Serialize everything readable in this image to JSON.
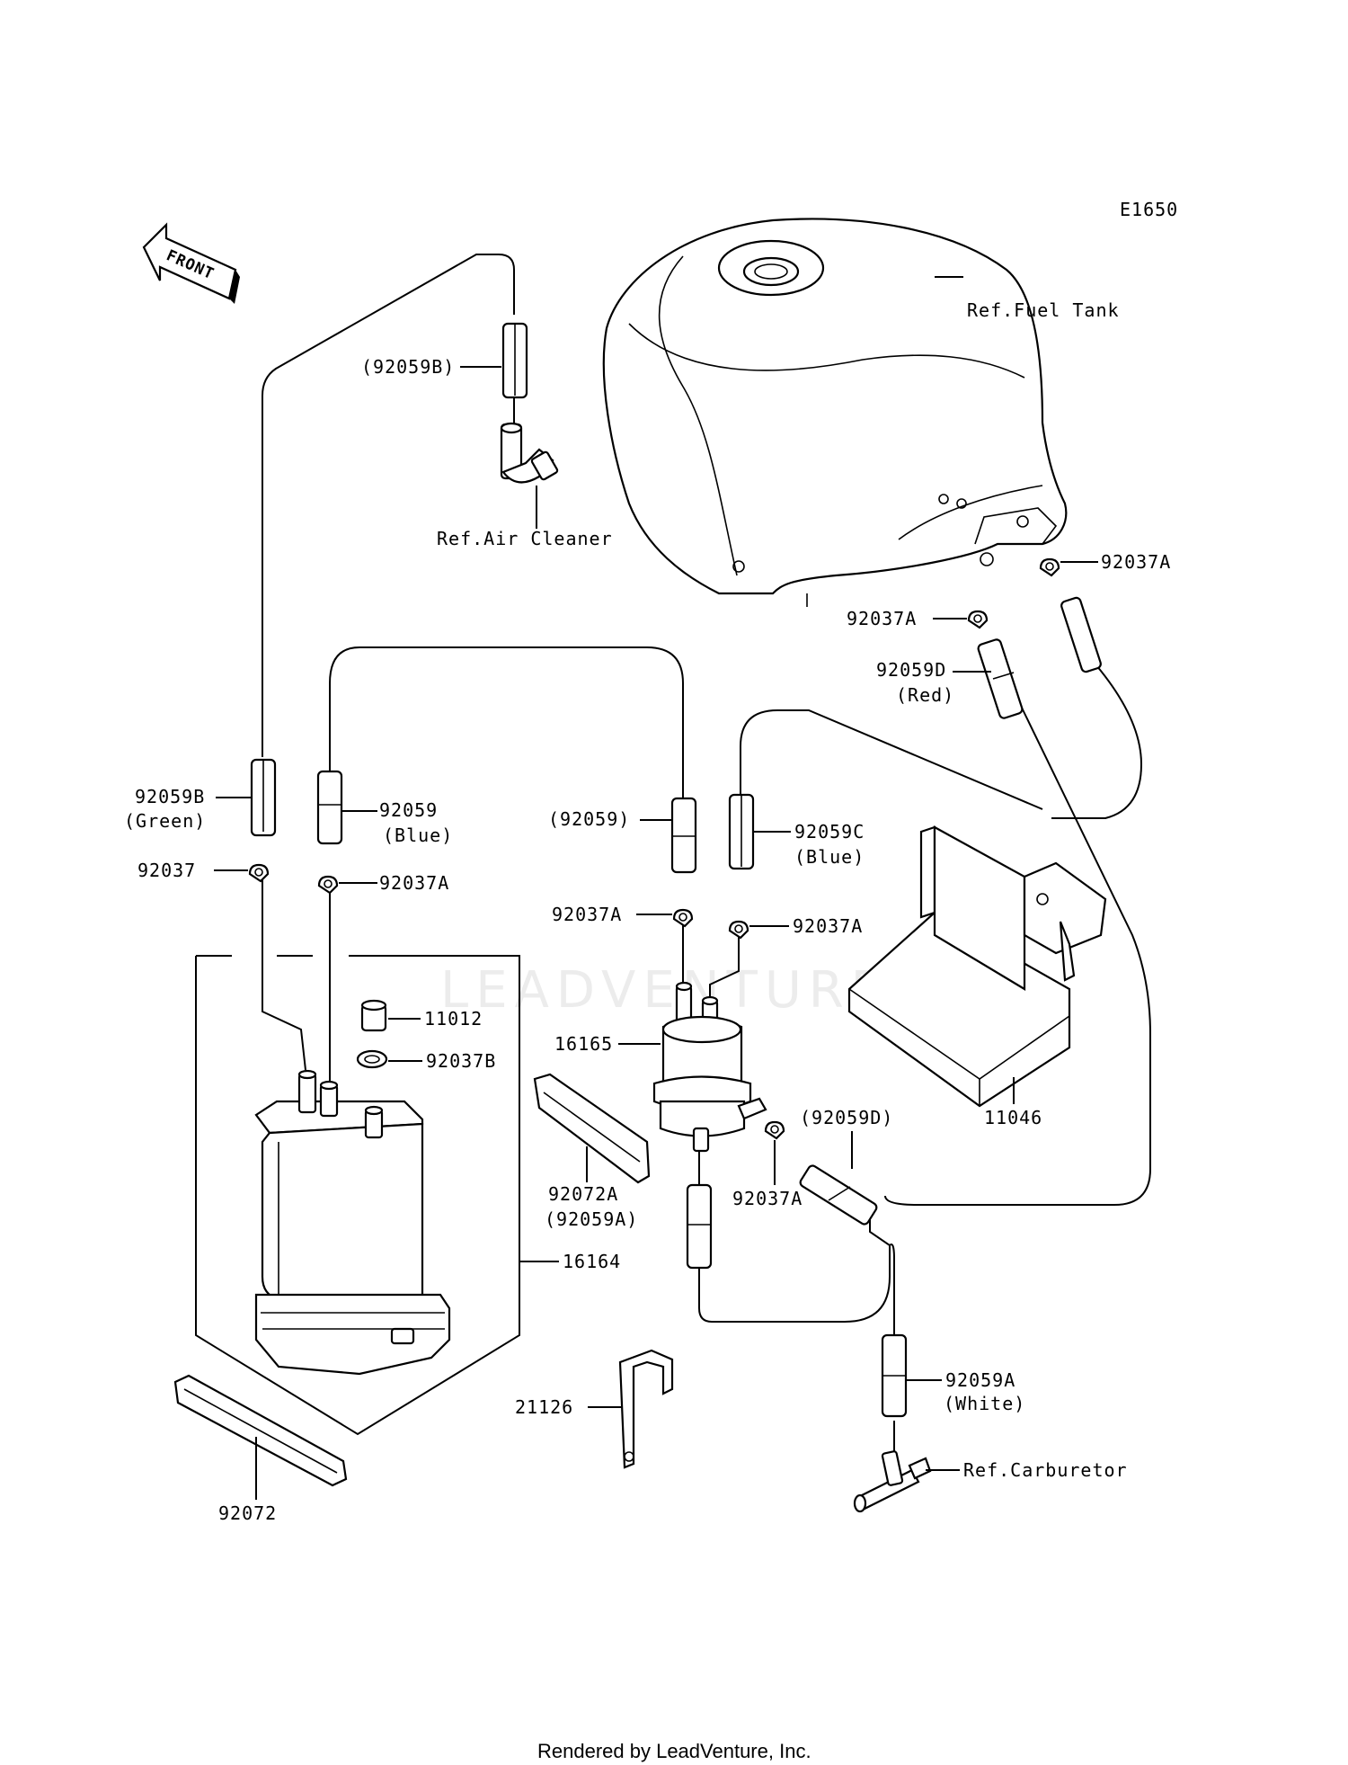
{
  "diagram": {
    "code": "E1650",
    "front_label": "FRONT",
    "watermark": "LEADVENTURE",
    "footer": "Rendered by LeadVenture, Inc."
  },
  "callouts": {
    "ref_fuel_tank": "Ref.Fuel Tank",
    "ref_air_cleaner": "Ref.Air Cleaner",
    "ref_carburetor": "Ref.Carburetor",
    "p92059B_top": "(92059B)",
    "p92059B_left": "92059B",
    "green": "(Green)",
    "p92059_left": "92059",
    "blue_left": "(Blue)",
    "p92059_mid": "(92059)",
    "p92059C": "92059C",
    "blue_right": "(Blue)",
    "p92059D": "92059D",
    "red": "(Red)",
    "p92059D_paren": "(92059D)",
    "p92037_left": "92037",
    "p92037A_left": "92037A",
    "p92037A_mid_left": "92037A",
    "p92037A_mid_right": "92037A",
    "p92037A_tank_right": "92037A",
    "p92037A_tank_left": "92037A",
    "p92037A_filter": "92037A",
    "p11012": "11012",
    "p92037B": "92037B",
    "p16165": "16165",
    "p92072A": "92072A",
    "p92059A_paren": "(92059A)",
    "p16164": "16164",
    "p11046": "11046",
    "p92059A": "92059A",
    "white": "(White)",
    "p21126": "21126",
    "p92072": "92072"
  }
}
